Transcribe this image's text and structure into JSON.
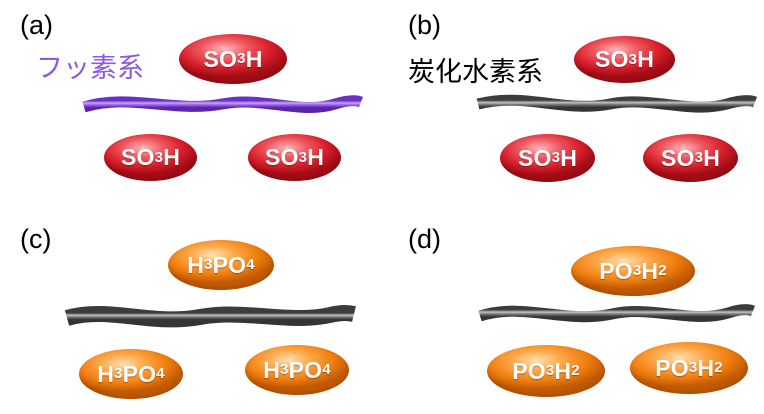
{
  "colors": {
    "fluoro_chain": "#9d66e0",
    "hydrocarbon_chain": "#6d6d6d",
    "sulfonic_group": "#e02734",
    "phosphoric_group": "#f5841a",
    "caption_fluoro": "#8f57e6",
    "caption_hydrocarbon": "#000000"
  },
  "panels": {
    "a": {
      "label": "(a)",
      "caption": "フッ素系",
      "groups": [
        {
          "main": "SO",
          "sub": "3",
          "tail": "H"
        },
        {
          "main": "SO",
          "sub": "3",
          "tail": "H"
        },
        {
          "main": "SO",
          "sub": "3",
          "tail": "H"
        }
      ]
    },
    "b": {
      "label": "(b)",
      "caption": "炭化水素系",
      "groups": [
        {
          "main": "SO",
          "sub": "3",
          "tail": "H"
        },
        {
          "main": "SO",
          "sub": "3",
          "tail": "H"
        },
        {
          "main": "SO",
          "sub": "3",
          "tail": "H"
        }
      ]
    },
    "c": {
      "label": "(c)",
      "groups": [
        {
          "pre": "H",
          "presub": "3",
          "main": "PO",
          "sub": "4"
        },
        {
          "pre": "H",
          "presub": "3",
          "main": "PO",
          "sub": "4"
        },
        {
          "pre": "H",
          "presub": "3",
          "main": "PO",
          "sub": "4"
        }
      ]
    },
    "d": {
      "label": "(d)",
      "groups": [
        {
          "main": "PO",
          "sub": "3",
          "tail": "H",
          "tailsub": "2"
        },
        {
          "main": "PO",
          "sub": "3",
          "tail": "H",
          "tailsub": "2"
        },
        {
          "main": "PO",
          "sub": "3",
          "tail": "H",
          "tailsub": "2"
        }
      ]
    }
  }
}
